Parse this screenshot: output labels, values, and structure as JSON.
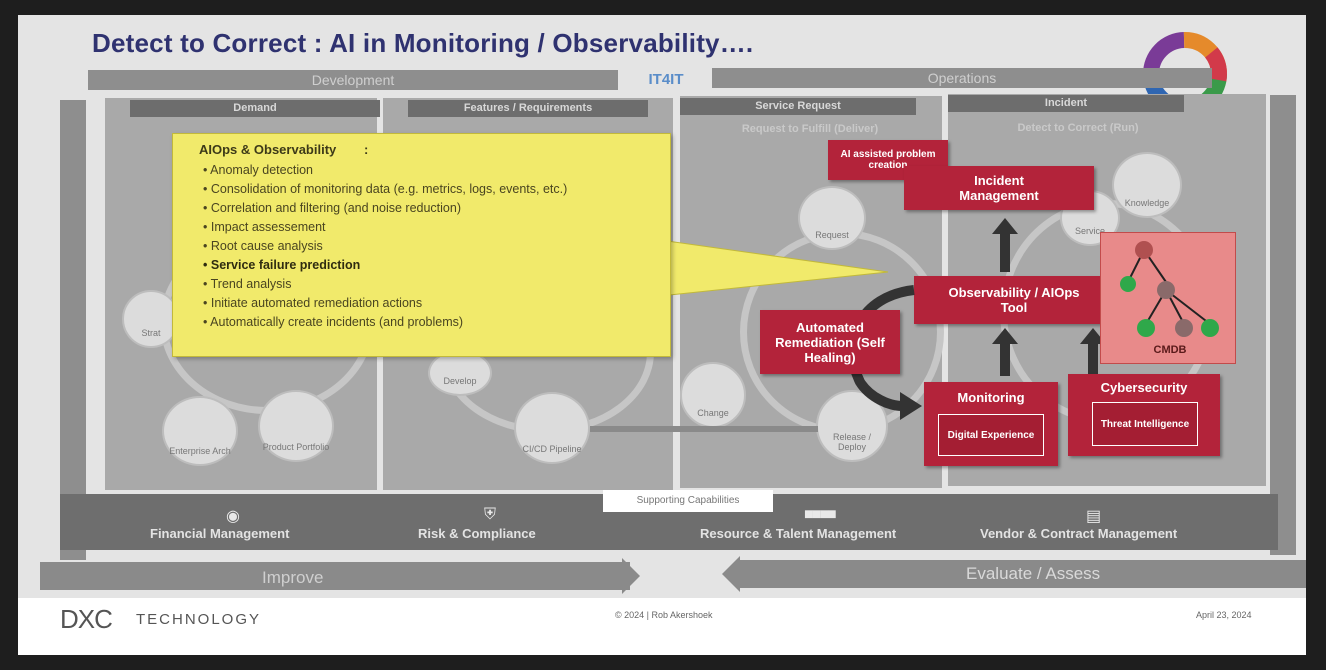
{
  "title": "Detect to Correct : AI in Monitoring / Observability….",
  "bands": {
    "development": "Development",
    "operations": "Operations",
    "logo": "IT4IT",
    "improve": "Improve",
    "evaluate": "Evaluate / Assess"
  },
  "panels": {
    "demand": "Demand",
    "features": "Features / Requirements",
    "service_request": "Service Request",
    "service_request_sub": "Request to Fulfill (Deliver)",
    "incident": "Incident",
    "incident_sub": "Detect to Correct (Run)"
  },
  "circles": {
    "strategy": "Strat",
    "enterprise_arch": "Enterprise Arch",
    "product_portfolio": "Product Portfolio",
    "develop": "Develop",
    "cicd": "CI/CD Pipeline",
    "request": "Request",
    "change": "Change",
    "release": "Release / Deploy",
    "knowledge": "Knowledge",
    "service": "Service"
  },
  "callout": {
    "heading": "AIOps & Observability",
    "items_a": [
      "Anomaly detection",
      "Consolidation of monitoring data (e.g. metrics, logs, events, etc.)",
      "Correlation and filtering (and noise reduction)",
      "Impact assessement",
      "Root cause analysis"
    ],
    "bold_item": "Service failure prediction",
    "items_b": [
      "Trend analysis",
      "Initiate automated remediation actions",
      "Automatically create incidents (and problems)"
    ]
  },
  "red_boxes": {
    "ai_problem": "AI assisted problem creation",
    "incident_mgmt": "Incident Management",
    "observability": "Observability / AIOps Tool",
    "auto_remediation": "Automated Remediation (Self Healing)",
    "monitoring": "Monitoring",
    "digital_experience": "Digital Experience",
    "cybersecurity": "Cybersecurity",
    "threat_intel": "Threat Intelligence",
    "cmdb": "CMDB"
  },
  "supporting": {
    "label": "Supporting Capabilities",
    "items": [
      "Financial Management",
      "Risk & Compliance",
      "Resource & Talent Management",
      "Vendor & Contract Management"
    ]
  },
  "footer": {
    "brand_mark": "DXC",
    "brand_word": "TECHNOLOGY",
    "copyright": "© 2024 | Rob Akershoek",
    "date": "April 23, 2024"
  },
  "colors": {
    "title": "#2f3270",
    "accent_red": "#b3233a",
    "callout_yellow": "#f1ea6b"
  }
}
